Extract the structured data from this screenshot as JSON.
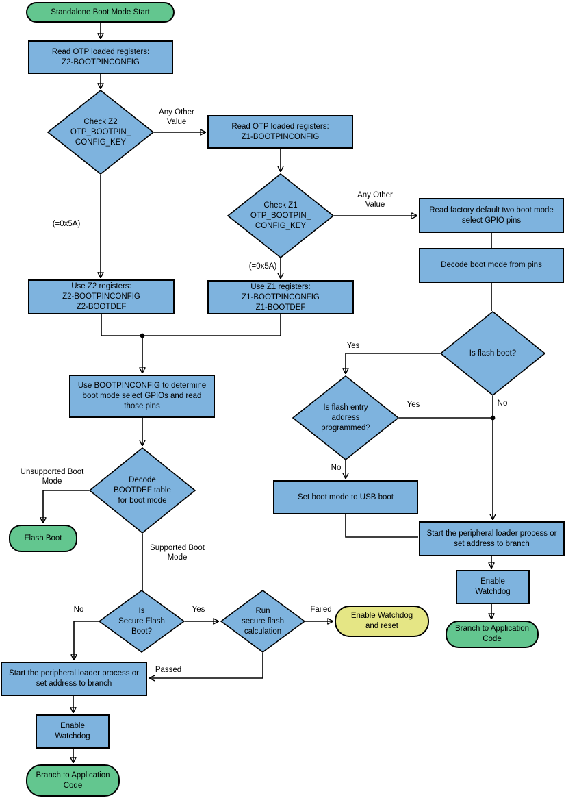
{
  "diagram": {
    "colors": {
      "process_fill": "#7EB3DE",
      "terminal_green": "#63C68F",
      "terminal_yellow": "#E5E685",
      "line": "#000000"
    },
    "nodes": {
      "start": "Standalone Boot Mode Start",
      "read_z2": "Read OTP loaded registers:\nZ2-BOOTPINCONFIG",
      "check_z2": "Check Z2\nOTP_BOOTPIN_\nCONFIG_KEY",
      "read_z1": "Read OTP loaded registers:\nZ1-BOOTPINCONFIG",
      "check_z1": "Check Z1\nOTP_BOOTPIN_\nCONFIG_KEY",
      "read_factory": "Read factory default two boot mode\nselect GPIO pins",
      "decode_pins": "Decode boot mode from pins",
      "is_flash_boot": "Is flash boot?",
      "is_flash_entry": "Is flash entry\naddress\nprogrammed?",
      "set_usb": "Set boot mode to USB boot",
      "use_z2": "Use Z2 registers:\nZ2-BOOTPINCONFIG\nZ2-BOOTDEF",
      "use_z1": "Use Z1 registers:\nZ1-BOOTPINCONFIG\nZ1-BOOTDEF",
      "use_bootpin": "Use BOOTPINCONFIG to determine\nboot mode select GPIOs and read\nthose pins",
      "decode_bootdef": "Decode\nBOOTDEF table\nfor boot mode",
      "flash_boot": "Flash Boot",
      "is_secure": "Is\nSecure Flash\nBoot?",
      "run_secure": "Run\nsecure flash\ncalculation",
      "wd_reset": "Enable Watchdog\nand reset",
      "start_periph_left": "Start the peripheral loader process or\nset address to branch",
      "enable_wd_left": "Enable\nWatchdog",
      "branch_left": "Branch to Application\nCode",
      "start_periph_right": "Start the peripheral loader process or\nset address to branch",
      "enable_wd_right": "Enable\nWatchdog",
      "branch_right": "Branch to Application\nCode"
    },
    "edge_labels": {
      "any_other_value_z2": "Any Other\nValue",
      "any_other_value_z1": "Any Other\nValue",
      "eq_5a_z2": "(=0x5A)",
      "eq_5a_z1": "(=0x5A)",
      "yes_flash_boot": "Yes",
      "no_flash_boot": "No",
      "yes_flash_entry": "Yes",
      "no_flash_entry": "No",
      "unsupported": "Unsupported Boot\nMode",
      "supported": "Supported Boot\nMode",
      "no_secure": "No",
      "yes_secure": "Yes",
      "failed": "Failed",
      "passed": "Passed"
    }
  }
}
